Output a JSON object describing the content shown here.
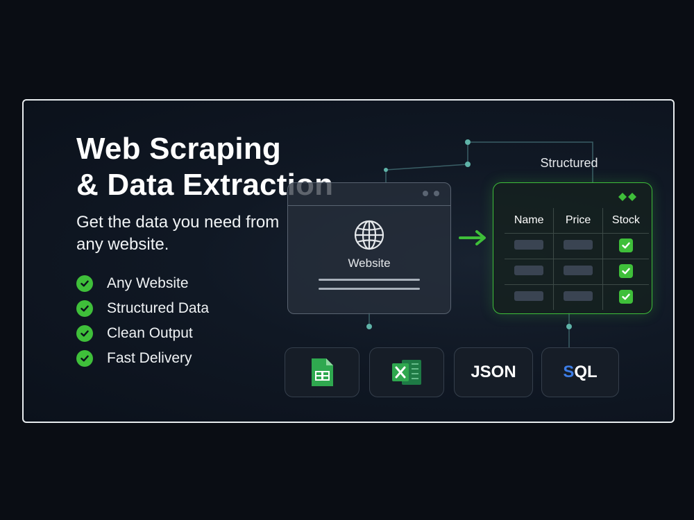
{
  "heading": {
    "line1": "Web Scraping",
    "line2": "& Data Extraction"
  },
  "subtitle": "Get the data you need from any website.",
  "features": [
    {
      "label": "Any Website",
      "icon": "check-circle-icon"
    },
    {
      "label": "Structured Data",
      "icon": "check-circle-icon"
    },
    {
      "label": "Clean Output",
      "icon": "check-circle-icon"
    },
    {
      "label": "Fast Delivery",
      "icon": "check-circle-icon"
    }
  ],
  "website_card": {
    "label": "Website",
    "icon": "globe-icon"
  },
  "structured": {
    "label": "Structured",
    "columns": [
      "Name",
      "Price",
      "Stock"
    ],
    "rows": 3
  },
  "formats": [
    {
      "label": "",
      "icon": "google-sheets-icon"
    },
    {
      "label": "",
      "icon": "excel-icon"
    },
    {
      "label": "JSON",
      "icon": ""
    },
    {
      "label": "SQL",
      "icon": ""
    }
  ],
  "colors": {
    "accent": "#3fbf3a",
    "background": "#0b111b",
    "sql_blue": "#3d7de6"
  }
}
